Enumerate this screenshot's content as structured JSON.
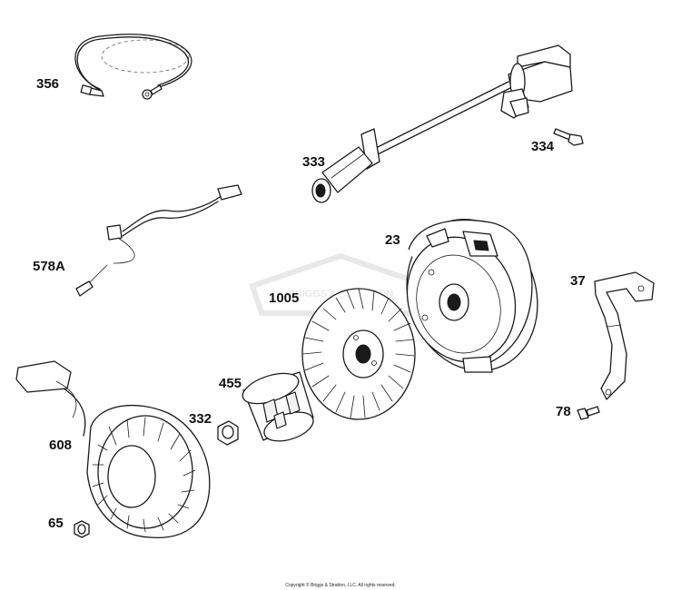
{
  "parts": {
    "p356": "356",
    "p333": "333",
    "p334": "334",
    "p578a": "578A",
    "p23": "23",
    "p37": "37",
    "p1005": "1005",
    "p455": "455",
    "p332": "332",
    "p78": "78",
    "p608": "608",
    "p65": "65"
  },
  "copyright": "Copyright © Briggs & Stratton, LLC. All rights reserved.",
  "watermark": "BRIGGS & STRATTON"
}
